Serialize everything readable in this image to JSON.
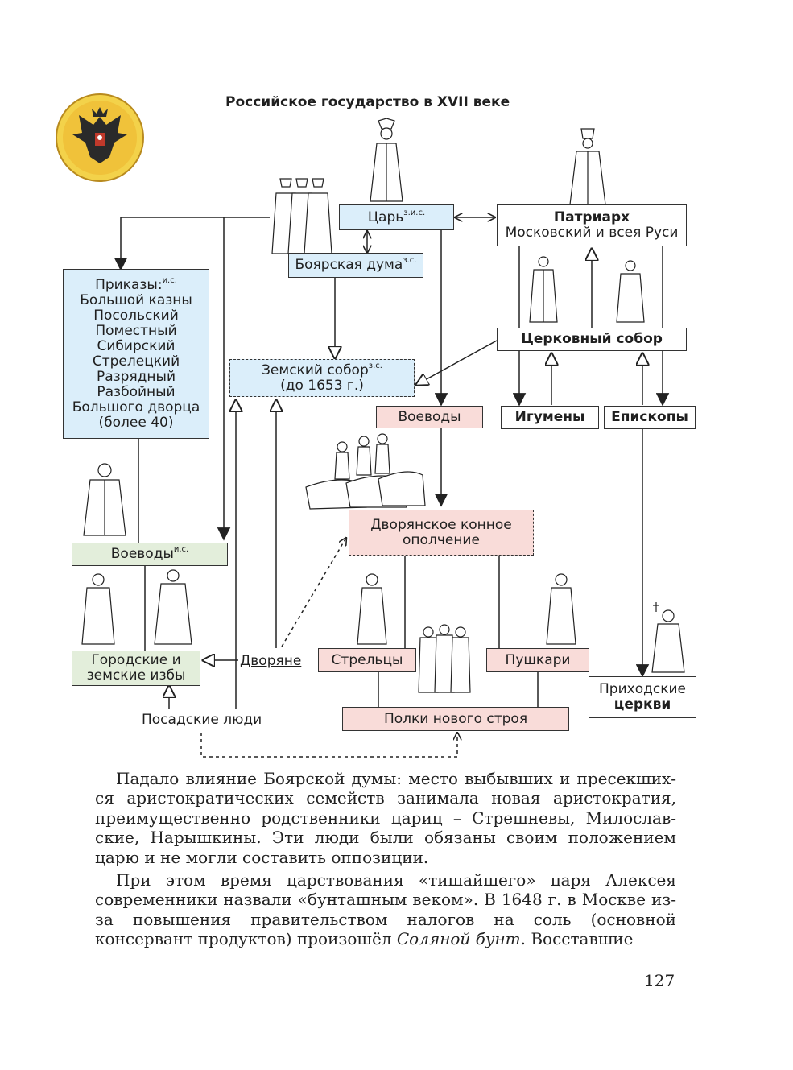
{
  "diagram": {
    "title": "Российское государство в XVII веке",
    "emblem_icon": "double-headed-eagle-icon",
    "tsar": {
      "label": "Царь",
      "sup": "з.и.с."
    },
    "boyar_duma": {
      "label": "Боярская дума",
      "sup": "з.с."
    },
    "patriarch": {
      "title": "Патриарх",
      "subtitle": "Московский и всея Руси"
    },
    "prikazy": {
      "label": "Приказы:",
      "sup": "и.с.",
      "items": [
        "Большой казны",
        "Посольский",
        "Поместный",
        "Сибирский",
        "Стрелецкий",
        "Разрядный",
        "Разбойный",
        "Большого дворца"
      ],
      "note": "(более 40)"
    },
    "zemsky_sobor": {
      "label": "Земский собор",
      "sup": "з.с.",
      "note": "(до 1653 г.)"
    },
    "church_council": "Церковный собор",
    "voevody_top": "Воеводы",
    "igumeny": "Игумены",
    "episkopy": "Епископы",
    "cavalry": {
      "line1": "Дворянское конное",
      "line2": "ополчение"
    },
    "voevody_local": {
      "label": "Воеводы",
      "sup": "и.с."
    },
    "izby": {
      "line1": "Городские и",
      "line2": "земские избы"
    },
    "dvoryane": "Дворяне",
    "streltsy": "Стрельцы",
    "pushkari": "Пушкари",
    "parish": {
      "line1": "Приходские",
      "line2": "церкви"
    },
    "posadskie": "Посадские люди",
    "new_regiments": "Полки нового строя"
  },
  "colors": {
    "blue_fill": "#dbeefa",
    "pink_fill": "#f9dcd9",
    "green_fill": "#e3eedb",
    "line": "#222222"
  },
  "body_text": {
    "p1": "Падало влияние Боярской думы: место выбывших и пресекших­ся аристократических семейств занимала новая аристократия, преимущественно родственники цариц – Стрешневы, Милослав­ские, Нарышкины. Эти люди были обязаны своим положением царю и не могли составить оппозиции.",
    "p2_part1": "При этом время царствования «тишайшего» царя Алексея современники назвали «бунташным веком». В 1648 г. в Москве из-за повышения правительством налогов на соль (основной консервант продуктов) произошёл ",
    "p2_italic": "Соляной бунт",
    "p2_part2": ". Восставшие"
  },
  "page_number": "127"
}
